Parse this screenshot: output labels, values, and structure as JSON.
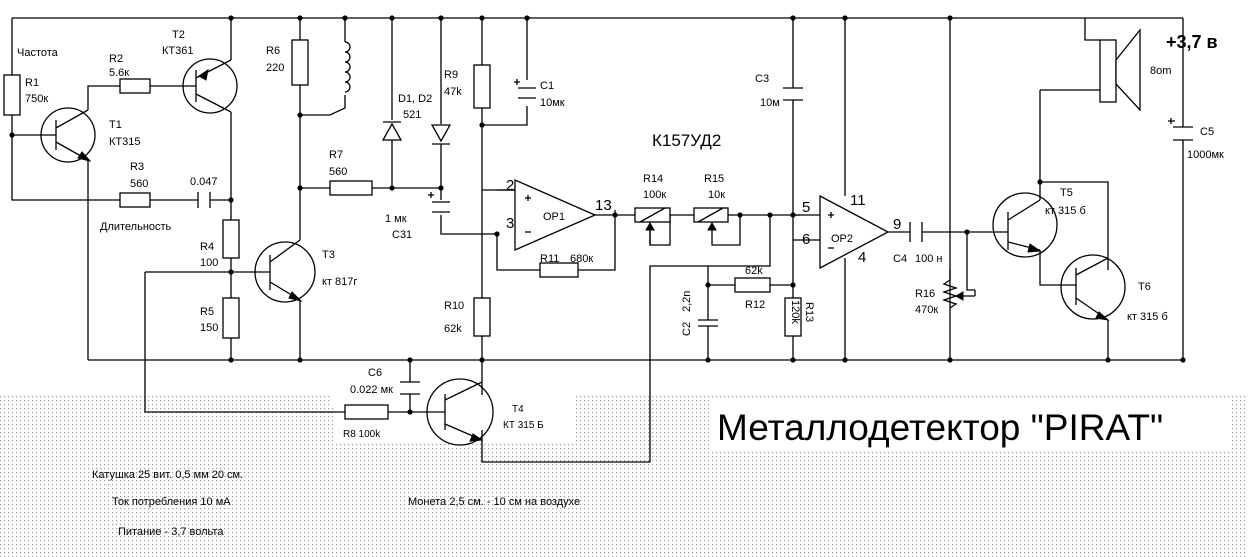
{
  "title": "Металлодетектор \"PIRAT\"",
  "supply": "+3,7 в",
  "chip": "К157УД2",
  "notes": {
    "coil": "Катушка 25 вит. 0,5 мм 20 см.",
    "current": "Ток потребления 10 мА",
    "coin": "Монета 2,5 см. - 10 см на воздухе",
    "power": "Питание - 3,7 вольта"
  },
  "labels": {
    "chastota": "Частота",
    "dlitelnost": "Длительность",
    "r1": "R1",
    "r1v": "750к",
    "r2": "R2",
    "r2v": "5.6к",
    "r3": "R3",
    "r3v": "560",
    "c_047": "0.047",
    "t1": "T1",
    "t1v": "КТ315",
    "t2": "T2",
    "t2v": "КТ361",
    "r4": "R4",
    "r4v": "100",
    "r5": "R5",
    "r5v": "150",
    "r6": "R6",
    "r6v": "220",
    "r7": "R7",
    "r7v": "560",
    "t3": "T3",
    "t3v": "кт 817г",
    "d12": "D1, D2",
    "d12v": "521",
    "r9": "R9",
    "r9v": "47k",
    "c1": "C1",
    "c1v": "10мк",
    "c31a": "1 мк",
    "c31b": "C31",
    "r10": "R10",
    "r10v": "62k",
    "c6": "C6",
    "c6v": "0.022 мк",
    "r8": "R8 100k",
    "t4": "T4",
    "t4v": "КТ 315 Б",
    "op1": "OP1",
    "op2": "OP2",
    "pin2": "2",
    "pin3": "3",
    "pin13": "13",
    "pin5": "5",
    "pin6": "6",
    "pin11": "11",
    "pin4": "4",
    "pin9": "9",
    "r11": "R11",
    "r11v": "680к",
    "r14": "R14",
    "r14v": "100к",
    "r15": "R15",
    "r15v": "10к",
    "c3": "C3",
    "c3v": "10м",
    "c2": "C2",
    "c2v": "2,2n",
    "r12": "R12",
    "r12v": "62k",
    "r13": "R13",
    "r13v": "120k",
    "c4": "C4",
    "c4v": "100 н",
    "r16": "R16",
    "r16v": "470к",
    "t5": "T5",
    "t5v": "кт 315 б",
    "t6": "T6",
    "t6v": "кт 315 б",
    "spk": "8om",
    "c5": "C5",
    "c5v": "1000мк"
  }
}
